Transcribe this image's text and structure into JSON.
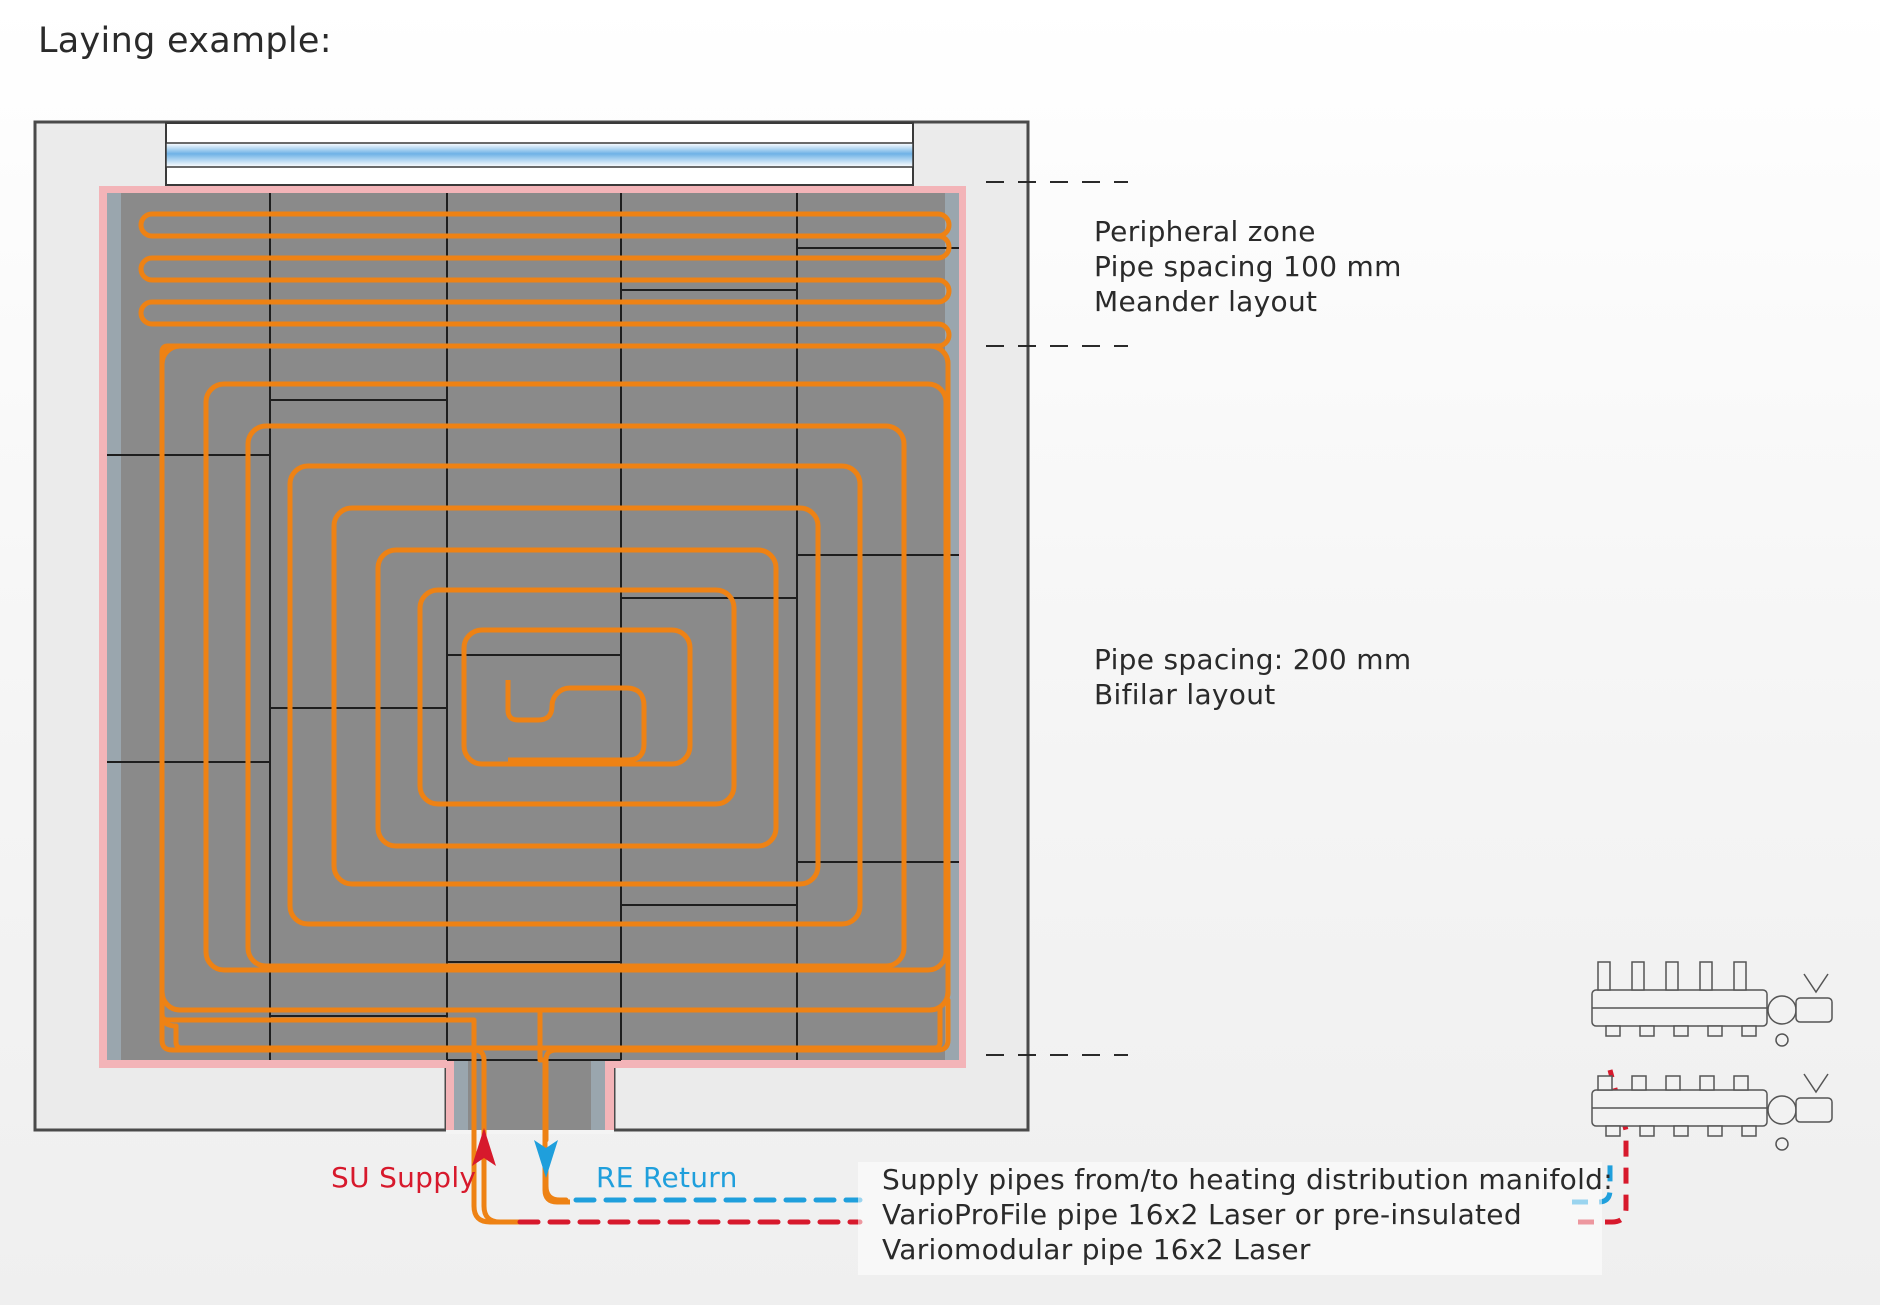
{
  "title": "Laying example:",
  "zones": {
    "peripheral": {
      "line1": "Peripheral zone",
      "line2": "Pipe spacing 100 mm",
      "line3": "Meander layout"
    },
    "main": {
      "line1": "Pipe spacing: 200 mm",
      "line2": "Bifilar layout"
    }
  },
  "flow_labels": {
    "supply": "SU Supply",
    "return": "RE Return"
  },
  "supply_note": {
    "line1": "Supply pipes from/to heating distribution manifold:",
    "line2": "VarioProFile pipe 16x2 Laser or pre-insulated",
    "line3": "Variomodular pipe 16x2 Laser"
  },
  "colors": {
    "pipe": "#ee8214",
    "supply": "#d7192c",
    "return": "#1f9fdc",
    "insulation_board": "#8a8a8a",
    "edge_strip": "#f3b4b8",
    "wall": "#eaeaea"
  },
  "icons": {
    "manifold": "heating-manifold-icon",
    "supply_arrow": "arrow-up-icon",
    "return_arrow": "arrow-down-icon"
  }
}
